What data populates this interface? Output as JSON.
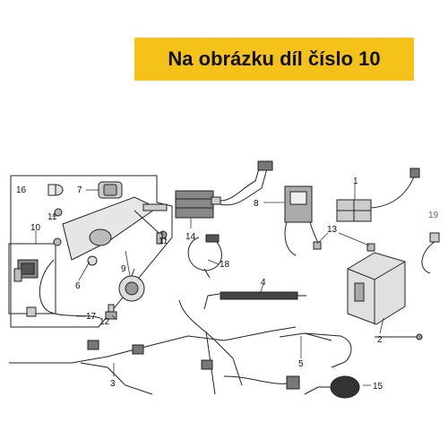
{
  "banner": {
    "text": "Na obrázku díl číslo 10",
    "bg_color": "#f5c21a"
  },
  "callouts": [
    {
      "id": "c1",
      "text": "1"
    },
    {
      "id": "c2",
      "text": "2"
    },
    {
      "id": "c3",
      "text": "3"
    },
    {
      "id": "c4",
      "text": "4"
    },
    {
      "id": "c5",
      "text": "5"
    },
    {
      "id": "c6",
      "text": "6"
    },
    {
      "id": "c7",
      "text": "7"
    },
    {
      "id": "c8",
      "text": "8"
    },
    {
      "id": "c9",
      "text": "9"
    },
    {
      "id": "c10",
      "text": "10"
    },
    {
      "id": "c11a",
      "text": "11"
    },
    {
      "id": "c11b",
      "text": "11"
    },
    {
      "id": "c12",
      "text": "12"
    },
    {
      "id": "c13",
      "text": "13"
    },
    {
      "id": "c14",
      "text": "14"
    },
    {
      "id": "c15",
      "text": "15"
    },
    {
      "id": "c16",
      "text": "16"
    },
    {
      "id": "c17",
      "text": "17"
    },
    {
      "id": "c18",
      "text": "18"
    },
    {
      "id": "c19",
      "text": "19"
    }
  ]
}
